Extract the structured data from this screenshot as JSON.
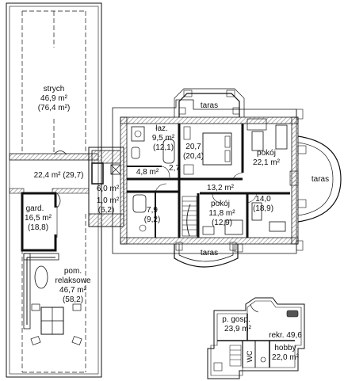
{
  "colors": {
    "wall": "#111111",
    "hatch": "#8a8a8a",
    "background": "#ffffff"
  },
  "rooms": {
    "strych": {
      "name": "strych",
      "area": "46,9 m²",
      "gross": "(76,4 m²)"
    },
    "hall_top": {
      "area": "22,4 m² (29,7)"
    },
    "gard": {
      "name": "gard.",
      "area": "16,5 m²",
      "gross": "(18,8)"
    },
    "relaks": {
      "name1": "pom.",
      "name2": "relaksowe",
      "area": "46,7 m²",
      "gross": "(58,2)"
    },
    "corr_6": {
      "area": "6,0 m²"
    },
    "small_1": {
      "area": "1,0 m²",
      "gross": "(6,2)"
    },
    "laz": {
      "name": "łaz.",
      "area": "9,5 m²",
      "gross": "(12,1)"
    },
    "r20": {
      "area": "20,7",
      "gross": "(20,4)"
    },
    "r48": {
      "area": "4,8 m²"
    },
    "r27": {
      "area": "2,7"
    },
    "pokoj_right": {
      "name": "pokój",
      "area": "22,1 m²"
    },
    "hall_mid": {
      "area": "13,2 m²"
    },
    "r14": {
      "area": "14,0",
      "gross": "(18,9)"
    },
    "r79": {
      "area": "7,9",
      "gross": "(9,2)"
    },
    "pokoj_mid": {
      "name": "pokój",
      "area": "11,8 m²",
      "gross": "(12,9)"
    },
    "taras_top": {
      "name": "taras"
    },
    "taras_right": {
      "name": "taras"
    },
    "taras_bottom": {
      "name": "taras"
    },
    "gosp": {
      "name": "p. gosp.",
      "area": "23,9 m²"
    },
    "rekr": {
      "name": "rekr.",
      "area": "49,6"
    },
    "hobby": {
      "name": "hobby",
      "area": "22,0 m²"
    },
    "wc": {
      "name": "WC"
    }
  }
}
